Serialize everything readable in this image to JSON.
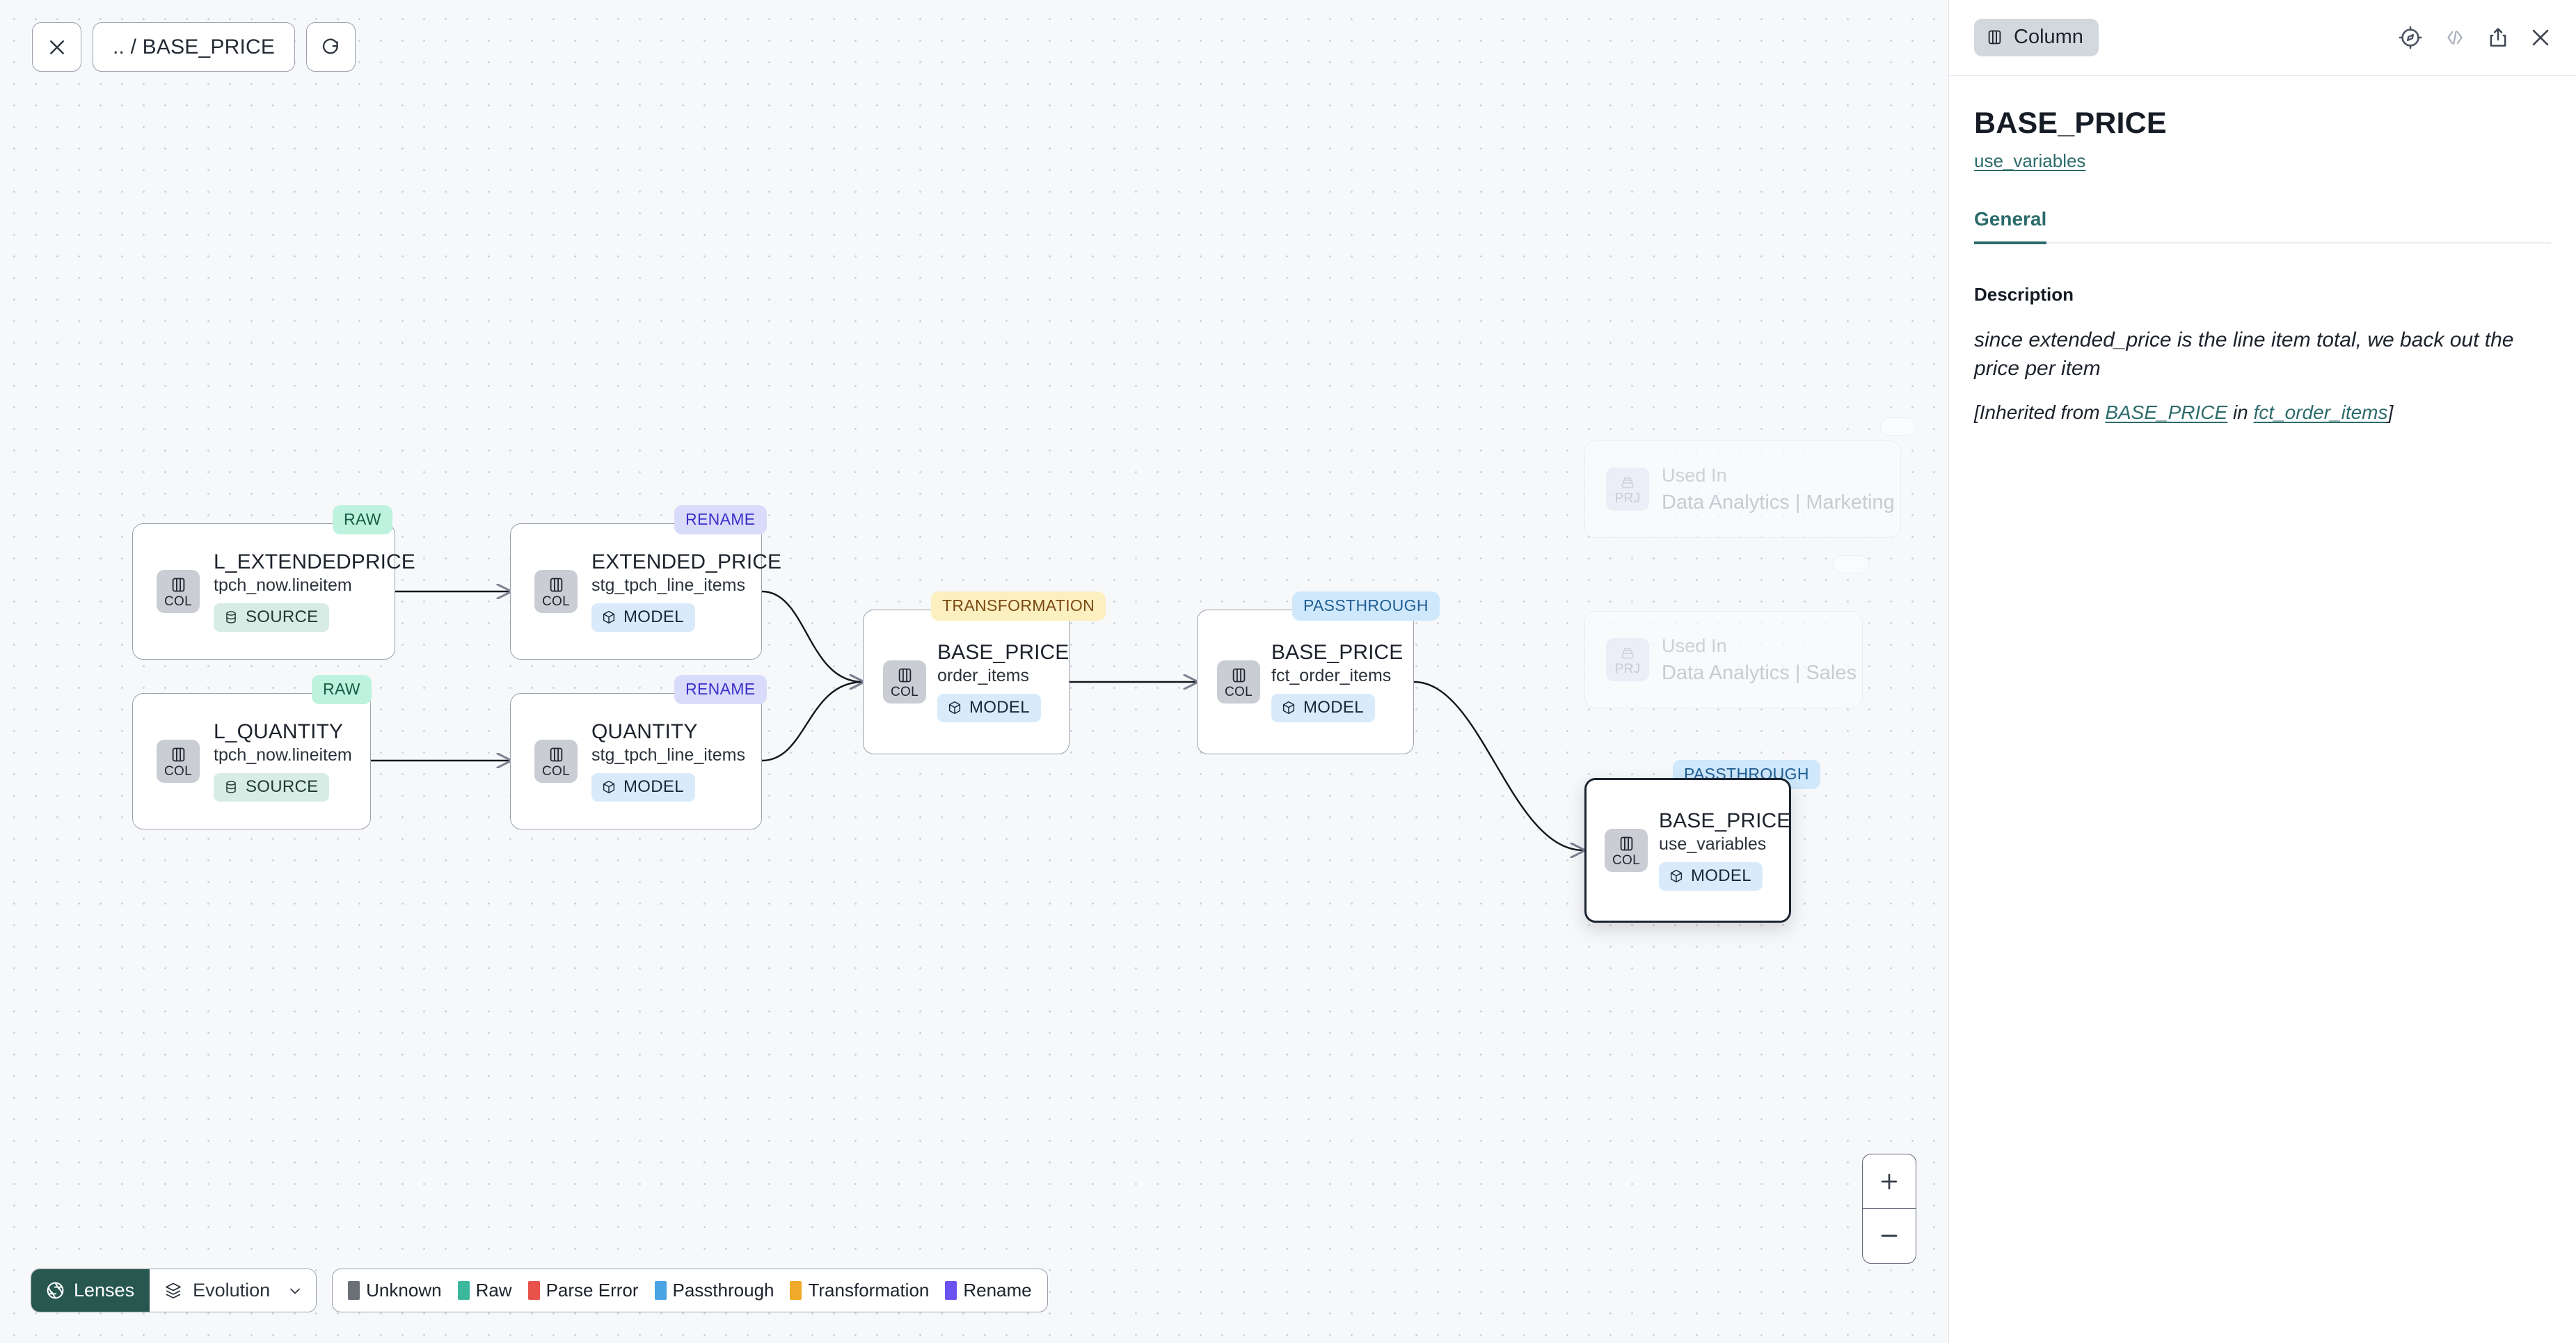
{
  "canvas": {
    "controls": {
      "close_label": "close-icon",
      "breadcrumb": ".. / BASE_PRICE",
      "refresh_label": "refresh-icon"
    },
    "nodes": [
      {
        "id": "l_extendedprice",
        "kind": "COL",
        "title": "L_EXTENDEDPRICE",
        "subtitle": "tpch_now.lineitem",
        "materialization": "SOURCE",
        "lens_tag": "RAW",
        "selected": false
      },
      {
        "id": "l_quantity",
        "kind": "COL",
        "title": "L_QUANTITY",
        "subtitle": "tpch_now.lineitem",
        "materialization": "SOURCE",
        "lens_tag": "RAW",
        "selected": false
      },
      {
        "id": "extended_price",
        "kind": "COL",
        "title": "EXTENDED_PRICE",
        "subtitle": "stg_tpch_line_items",
        "materialization": "MODEL",
        "lens_tag": "RENAME",
        "selected": false
      },
      {
        "id": "quantity",
        "kind": "COL",
        "title": "QUANTITY",
        "subtitle": "stg_tpch_line_items",
        "materialization": "MODEL",
        "lens_tag": "RENAME",
        "selected": false
      },
      {
        "id": "base_price_order_items",
        "kind": "COL",
        "title": "BASE_PRICE",
        "subtitle": "order_items",
        "materialization": "MODEL",
        "lens_tag": "TRANSFORMATION",
        "selected": false
      },
      {
        "id": "base_price_fct_order_items",
        "kind": "COL",
        "title": "BASE_PRICE",
        "subtitle": "fct_order_items",
        "materialization": "MODEL",
        "lens_tag": "PASSTHROUGH",
        "selected": false
      },
      {
        "id": "base_price_use_variables",
        "kind": "COL",
        "title": "BASE_PRICE",
        "subtitle": "use_variables",
        "materialization": "MODEL",
        "lens_tag": "PASSTHROUGH",
        "selected": true
      }
    ],
    "used_in_nodes": [
      {
        "id": "used_in_marketing",
        "kind": "PRJ",
        "title": "Used In",
        "subtitle": "Data Analytics | Marketing"
      },
      {
        "id": "used_in_sales",
        "kind": "PRJ",
        "title": "Used In",
        "subtitle": "Data Analytics | Sales"
      }
    ],
    "bottom_bar": {
      "lenses_label": "Lenses",
      "evolution_label": "Evolution",
      "legend": [
        {
          "label": "Unknown",
          "color": "#6b7077"
        },
        {
          "label": "Raw",
          "color": "#3bb79c"
        },
        {
          "label": "Parse Error",
          "color": "#e8524a"
        },
        {
          "label": "Passthrough",
          "color": "#4aa3e3"
        },
        {
          "label": "Transformation",
          "color": "#eeaa28"
        },
        {
          "label": "Rename",
          "color": "#6a52f0"
        }
      ]
    },
    "zoom_controls": {
      "zoom_in": "+",
      "zoom_out": "−"
    }
  },
  "panel": {
    "type_chip": "Column",
    "icons": {
      "explore": "compass-icon",
      "code": "code-icon",
      "share": "share-icon",
      "close": "close-icon"
    },
    "entity_name": "BASE_PRICE",
    "entity_parent": "use_variables",
    "tabs": [
      {
        "label": "General",
        "active": true
      }
    ],
    "description_label": "Description",
    "description_text": "since extended_price is the line item total, we back out the price per item",
    "inherited": {
      "prefix": "[Inherited from ",
      "column_link": "BASE_PRICE",
      "middle": " in ",
      "model_link": "fct_order_items",
      "suffix": "]"
    }
  }
}
